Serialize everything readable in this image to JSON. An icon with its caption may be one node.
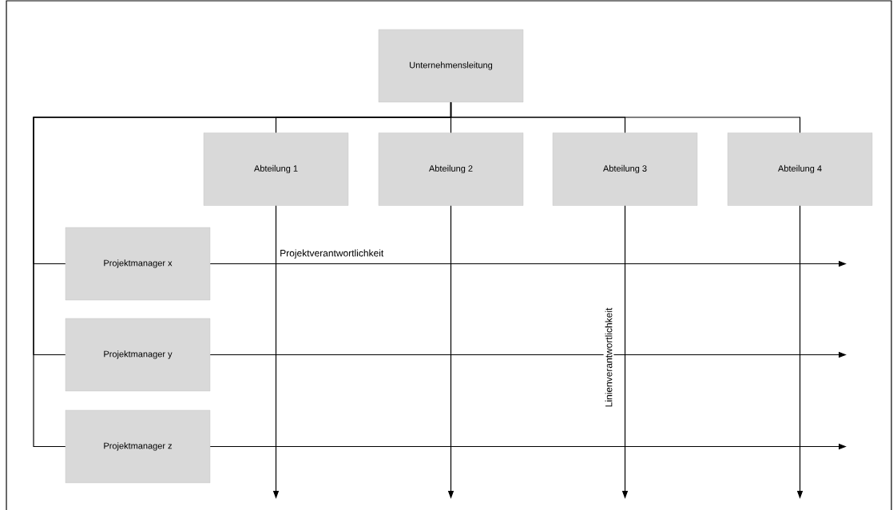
{
  "diagram": {
    "nodes": [
      {
        "text": [
          "Unternehmensleitung"
        ]
      },
      {
        "text": [
          "Abteilung 1"
        ]
      },
      {
        "text": [
          "Abteilung 2"
        ]
      },
      {
        "text": [
          "Abteilung 3"
        ]
      },
      {
        "text": [
          "Abteilung 4"
        ]
      },
      {
        "text": [
          "Projektmanager x"
        ]
      },
      {
        "text": [
          "Projektmanager y"
        ]
      },
      {
        "text": [
          "Projektmanager z"
        ]
      }
    ],
    "edges": [
      {
        "from": 0,
        "to": 1,
        "arrow": "none"
      },
      {
        "from": 0,
        "to": 2,
        "arrow": "none"
      },
      {
        "from": 0,
        "to": 3,
        "arrow": "none"
      },
      {
        "from": 0,
        "to": 4,
        "arrow": "none"
      },
      {
        "from": 0,
        "to": 5,
        "arrow": "none"
      },
      {
        "from": 0,
        "to": 6,
        "arrow": "none"
      },
      {
        "from": 0,
        "to": 7,
        "arrow": "none"
      },
      {
        "from": 1,
        "to": null,
        "arrow": "to"
      },
      {
        "from": 2,
        "to": null,
        "arrow": "to"
      },
      {
        "from": 3,
        "to": null,
        "arrow": "to"
      },
      {
        "from": 4,
        "to": null,
        "arrow": "to"
      },
      {
        "from": 5,
        "to": null,
        "arrow": "to"
      },
      {
        "from": 6,
        "to": null,
        "arrow": "to"
      },
      {
        "from": 7,
        "to": null,
        "arrow": "to"
      }
    ],
    "labels": [
      "Projektverantwortlichkeit",
      "Linienverantwortlichkeit"
    ]
  }
}
